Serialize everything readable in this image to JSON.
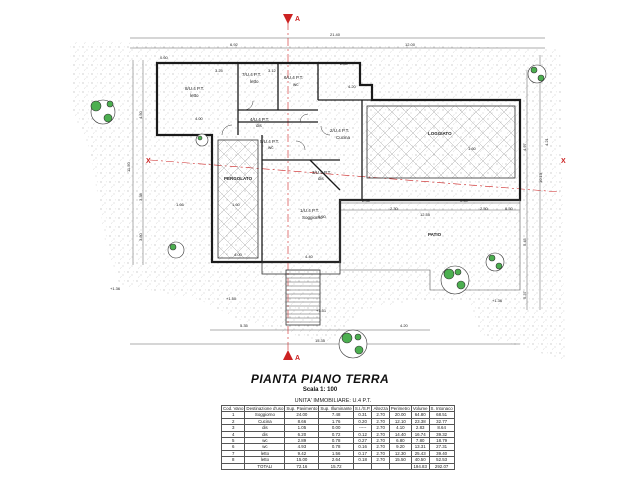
{
  "drawing": {
    "title": "PIANTA PIANO TERRA",
    "scale": "Scala 1: 100",
    "section_markers": [
      "A",
      "A",
      "X",
      "X"
    ],
    "dimensions": {
      "overall_top": "21.40",
      "top_left": "6.92",
      "top_right": "12.00",
      "top_mid": [
        "0.60",
        "3.25",
        "3.12",
        "2.80",
        "4.20",
        "4.00"
      ],
      "left_side": [
        "11.50",
        "4.50",
        "3.38",
        "3.80"
      ],
      "right_side": [
        "4.21",
        "10.13",
        "4.97",
        "5.45",
        "5.37"
      ],
      "bottom": [
        "5.35",
        "4.20",
        "15.35",
        "4.40"
      ],
      "interior": [
        "2.30",
        "1.66",
        "2.35",
        "0.50",
        "2.50",
        "0.50",
        "12.55",
        "1.60",
        "4.00",
        "1.60",
        "0.50"
      ],
      "levels": [
        "+1.36",
        "+1.50",
        "+1.51",
        "+1.36"
      ]
    },
    "rooms": [
      {
        "code": "8/U.4 P.T.",
        "name": "letto"
      },
      {
        "code": "7/U.4 P.T.",
        "name": "letto"
      },
      {
        "code": "6/U.4 P.T.",
        "name": "wc"
      },
      {
        "code": "5/U.4 P.T.",
        "name": "wc"
      },
      {
        "code": "4/U.4 P.T.",
        "name": "dis"
      },
      {
        "code": "3/U.4 P.T.",
        "name": "dis"
      },
      {
        "code": "2/U.4 P.T.",
        "name": "Cucina"
      },
      {
        "code": "1/U.4 P.T.",
        "name": "Soggiorno"
      }
    ],
    "outdoor_labels": [
      "LOGGIATO",
      "PERGOLATO",
      "PATIO"
    ]
  },
  "table": {
    "caption": "UNITA' IMMOBILIARE: U.4 P.T.",
    "headers": [
      "Cod. Vano",
      "Destinazione d'uso",
      "Sup. Pavimento",
      "Sup. Illuminante",
      "S.I./S.P.",
      "Altezza",
      "Perimetro",
      "Volume",
      "S. Intonaco"
    ],
    "rows": [
      [
        "1",
        "Soggiorno",
        "24.00",
        "7.48",
        "0.31",
        "2.70",
        "20.00",
        "64.80",
        "68.51"
      ],
      [
        "2",
        "Cucina",
        "8.66",
        "1.76",
        "0.20",
        "2.70",
        "12.10",
        "23.38",
        "32.77"
      ],
      [
        "3",
        "dis",
        "1.05",
        "0.00",
        "-----",
        "2.70",
        "4.10",
        "2.83",
        "8.64"
      ],
      [
        "4",
        "dis",
        "6.20",
        "0.72",
        "0.12",
        "2.70",
        "14.40",
        "16.74",
        "39.32"
      ],
      [
        "5",
        "wc",
        "2.89",
        "0.78",
        "0.27",
        "2.70",
        "6.80",
        "7.80",
        "18.79"
      ],
      [
        "6",
        "wc",
        "4.93",
        "0.78",
        "0.16",
        "2.70",
        "9.20",
        "13.31",
        "27.31"
      ],
      [
        "7",
        "letto",
        "9.42",
        "1.56",
        "0.17",
        "2.70",
        "12.30",
        "25.43",
        "39.40"
      ],
      [
        "8",
        "letto",
        "15.00",
        "2.64",
        "0.18",
        "2.70",
        "15.50",
        "40.50",
        "52.53"
      ],
      [
        "",
        "TOTALI",
        "72.16",
        "15.72",
        "",
        "",
        "",
        "194.83",
        "292.07"
      ]
    ]
  }
}
